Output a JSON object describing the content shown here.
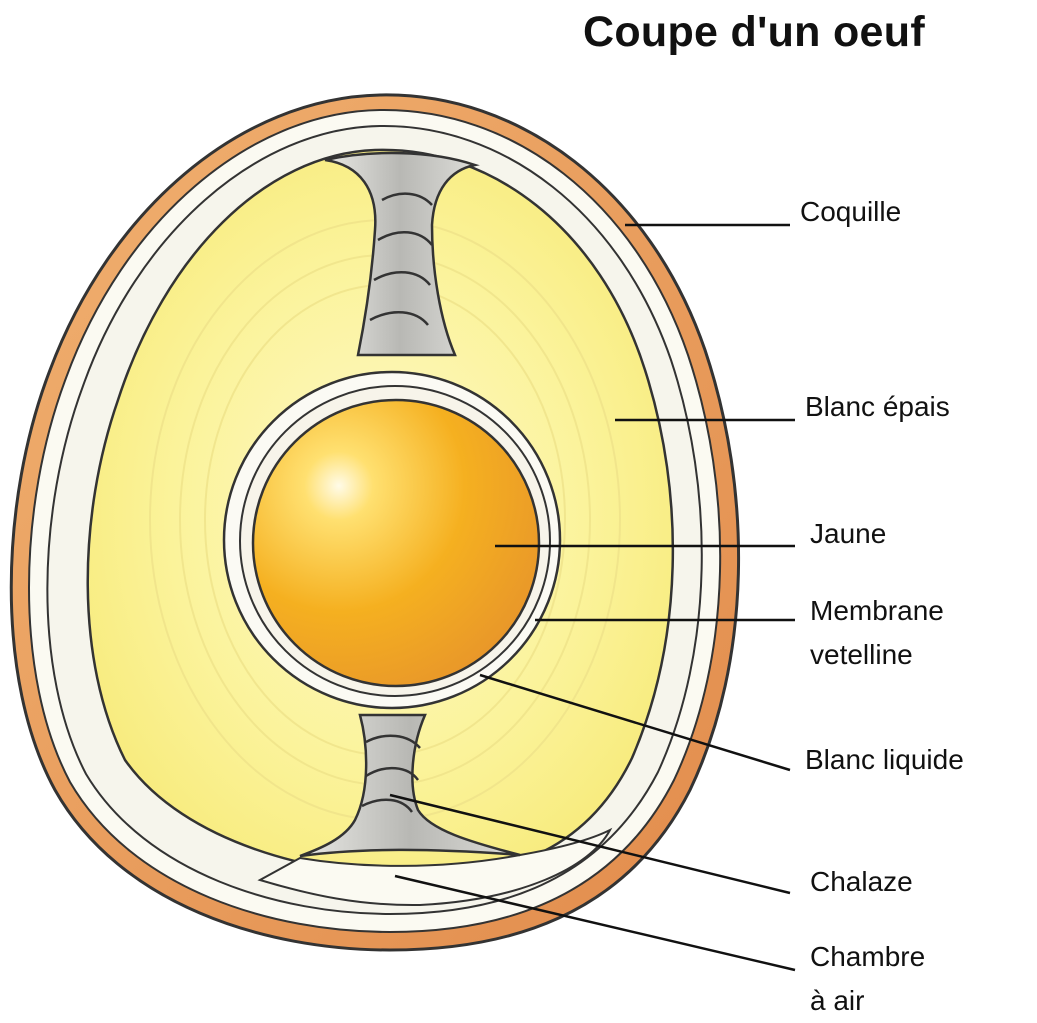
{
  "title": "Coupe d'un oeuf",
  "labels": {
    "shell": "Coquille",
    "thick_white": "Blanc épais",
    "yolk": "Jaune",
    "membrane_line1": "Membrane",
    "membrane_line2": "vetelline",
    "thin_white": "Blanc liquide",
    "chalaza": "Chalaze",
    "air_cell_line1": "Chambre",
    "air_cell_line2": "à air"
  },
  "colors": {
    "shell": "#e8a060",
    "thick_white": "#fbf3a0",
    "yolk": "#f2a818",
    "chalaza": "#c8c8c4",
    "outline": "#222222"
  }
}
